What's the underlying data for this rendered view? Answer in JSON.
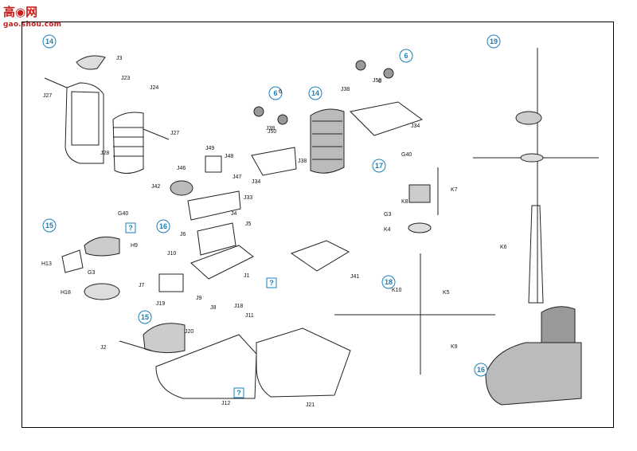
{
  "watermark": {
    "chars": "高◉网",
    "url": "gao.shou.com"
  },
  "steps": [
    "14",
    "15",
    "16",
    "17",
    "18",
    "19",
    "6",
    "6",
    "14",
    "15",
    "16"
  ],
  "parts": [
    "J3",
    "J23",
    "J24",
    "J27",
    "J27",
    "J28",
    "J38",
    "J38",
    "J38",
    "J50",
    "J50",
    "J34",
    "J34",
    "J49",
    "J48",
    "J47",
    "J46",
    "J42",
    "J33",
    "J4",
    "J5",
    "J6",
    "J10",
    "J7",
    "J9",
    "J8",
    "J1",
    "J41",
    "J19",
    "J18",
    "J11",
    "J20",
    "J2",
    "J12",
    "J21",
    "G40",
    "H9",
    "H13",
    "G3",
    "H18",
    "G40",
    "K7",
    "K8",
    "G3",
    "K4",
    "K10",
    "K5",
    "K9",
    "K6",
    "6",
    "6"
  ],
  "callouts": [
    "?",
    "?",
    "?"
  ]
}
